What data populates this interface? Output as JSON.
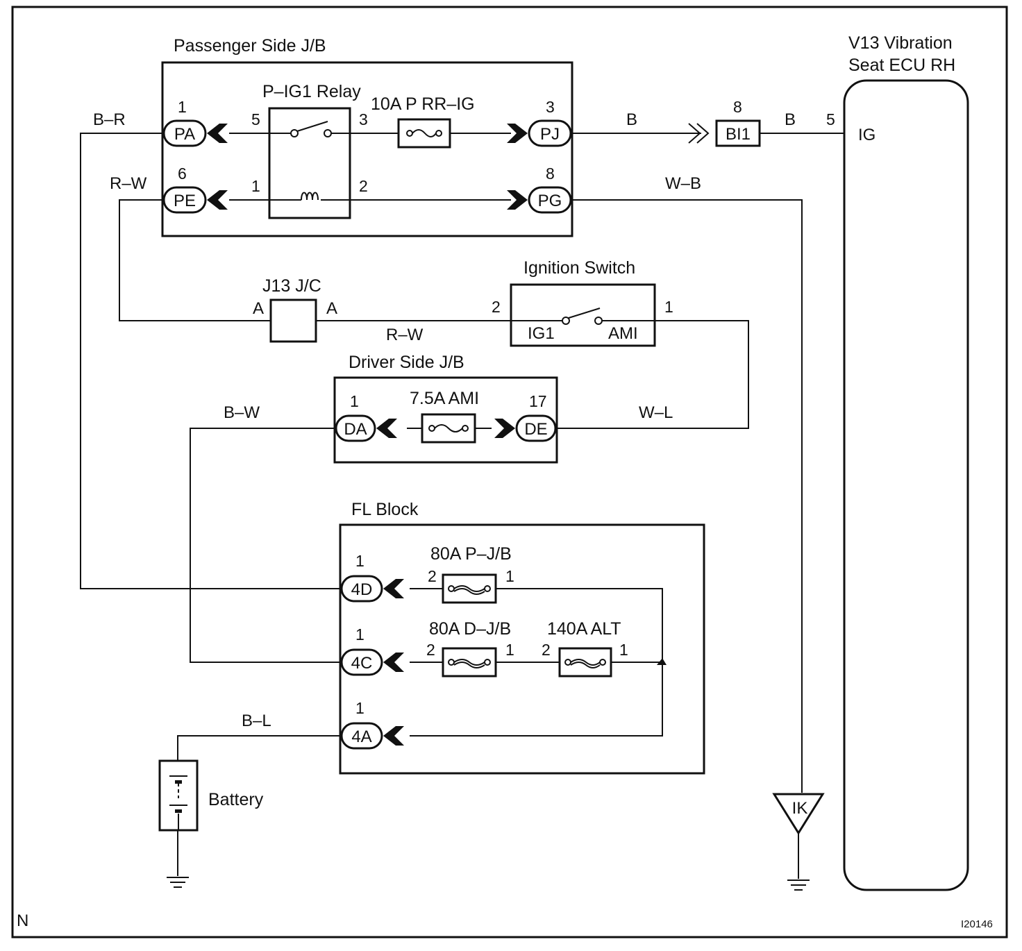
{
  "diagram": {
    "corner_label": "N",
    "figure_id": "I20146",
    "passenger_jb": {
      "title": "Passenger Side J/B",
      "relay_label": "P–IG1 Relay",
      "fuse_label": "10A P RR–IG",
      "relay_pins": {
        "p5": "5",
        "p3": "3",
        "p1": "1",
        "p2": "2"
      },
      "connectors": {
        "pa": {
          "name": "PA",
          "pin": "1"
        },
        "pe": {
          "name": "PE",
          "pin": "6"
        },
        "pj": {
          "name": "PJ",
          "pin": "3"
        },
        "pg": {
          "name": "PG",
          "pin": "8"
        }
      }
    },
    "ecu": {
      "title_line1": "V13 Vibration",
      "title_line2": "Seat ECU RH",
      "terminal": "IG",
      "pin": "5"
    },
    "bi1": {
      "name": "BI1",
      "pin": "8"
    },
    "j13": {
      "title": "J13 J/C",
      "left_terminal": "A",
      "right_terminal": "A"
    },
    "ignition": {
      "title": "Ignition Switch",
      "left_pin": "2",
      "right_pin": "1",
      "left_terminal": "IG1",
      "right_terminal": "AMI"
    },
    "driver_jb": {
      "title": "Driver Side J/B",
      "fuse_label": "7.5A AMI",
      "da": {
        "name": "DA",
        "pin": "1"
      },
      "de": {
        "name": "DE",
        "pin": "17"
      }
    },
    "fl_block": {
      "title": "FL Block",
      "c4d": {
        "name": "4D",
        "pin": "1"
      },
      "c4c": {
        "name": "4C",
        "pin": "1"
      },
      "c4a": {
        "name": "4A",
        "pin": "1"
      },
      "fuse_pjb": {
        "label": "80A P–J/B",
        "pin_a": "2",
        "pin_b": "1"
      },
      "fuse_djb": {
        "label": "80A D–J/B",
        "pin_a": "2",
        "pin_b": "1"
      },
      "fuse_alt": {
        "label": "140A ALT",
        "pin_a": "2",
        "pin_b": "1"
      }
    },
    "battery": {
      "label": "Battery"
    },
    "ground_ik": {
      "label": "IK"
    },
    "wires": {
      "b_r": "B–R",
      "r_w_top": "R–W",
      "b_top_left": "B",
      "b_top_right": "B",
      "w_b": "W–B",
      "r_w_mid": "R–W",
      "b_w": "B–W",
      "w_l": "W–L",
      "b_l": "B–L"
    }
  }
}
